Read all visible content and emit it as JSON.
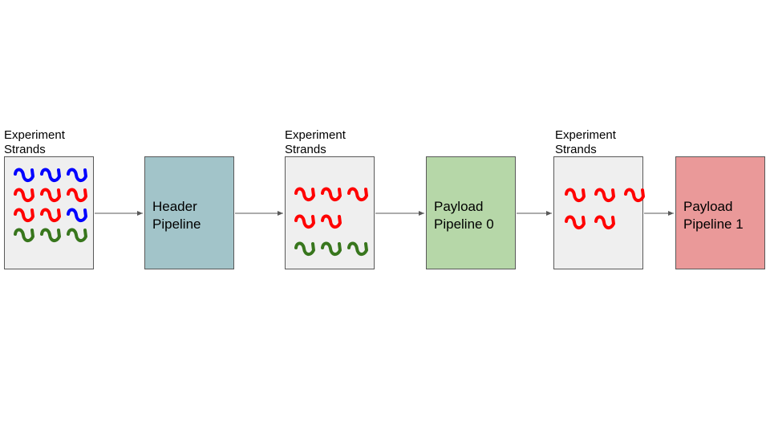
{
  "colors": {
    "strand_box": "#efefef",
    "header_pipeline": "#a2c4c9",
    "payload_pipeline_0": "#b6d7a8",
    "payload_pipeline_1": "#ea9999",
    "strand_blue": "#0000ff",
    "strand_red": "#ff0000",
    "strand_green": "#38761d"
  },
  "strand_groups": [
    {
      "label_line1": "Experiment",
      "label_line2": "Strands",
      "rows": [
        [
          "blue",
          "blue",
          "blue"
        ],
        [
          "red",
          "red",
          "red"
        ],
        [
          "red",
          "red",
          "blue"
        ],
        [
          "green",
          "green",
          "green"
        ]
      ]
    },
    {
      "label_line1": "Experiment",
      "label_line2": "Strands",
      "rows": [
        [
          "red",
          "red",
          "red"
        ],
        [
          "red",
          "red"
        ],
        [
          "green",
          "green",
          "green"
        ]
      ]
    },
    {
      "label_line1": "Experiment",
      "label_line2": "Strands",
      "rows": [
        [
          "red",
          "red",
          "red"
        ],
        [
          "red",
          "red"
        ]
      ]
    }
  ],
  "pipelines": [
    {
      "line1": "Header",
      "line2": "Pipeline"
    },
    {
      "line1": "Payload",
      "line2": "Pipeline 0"
    },
    {
      "line1": "Payload",
      "line2": "Pipeline 1"
    }
  ]
}
